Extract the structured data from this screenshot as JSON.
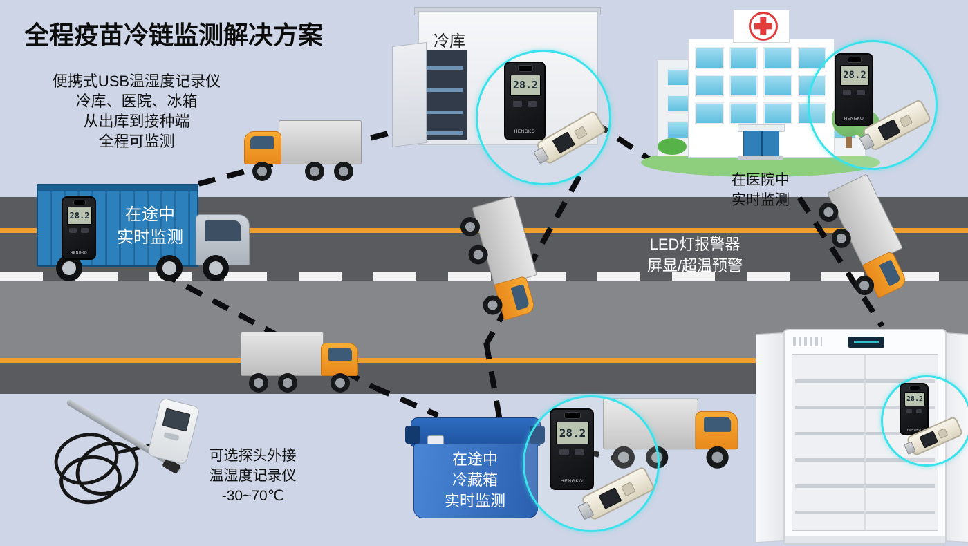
{
  "colors": {
    "background": "#cdd5e6",
    "road": "#5a5b5e",
    "lane_yellow": "#ef9f2e",
    "accent_cyan": "#3ae2ec",
    "truck_blue": "#2a74ad",
    "cooler_blue": "#2e6cc0",
    "cab_orange": "#f39c2b"
  },
  "title": "全程疫苗冷链监测解决方案",
  "intro": {
    "lines": [
      "便携式USB温湿度记录仪",
      "冷库、医院、冰箱",
      "从出库到接种端",
      "全程可监测"
    ]
  },
  "cold_room": {
    "label": "冷库"
  },
  "hospital": {
    "lines": [
      "在医院中",
      "实时监测"
    ]
  },
  "blue_truck": {
    "lines": [
      "在途中",
      "实时监测"
    ]
  },
  "led_alarm": {
    "lines": [
      "LED灯报警器",
      "屏显/超温预警"
    ]
  },
  "probe": {
    "lines": [
      "可选探头外接",
      "温湿度记录仪",
      "-30~70℃"
    ]
  },
  "cooler": {
    "lines": [
      "在途中",
      "冷藏箱",
      "实时监测"
    ]
  },
  "device": {
    "screen_value": "28.2",
    "brand": "HENGKO"
  }
}
